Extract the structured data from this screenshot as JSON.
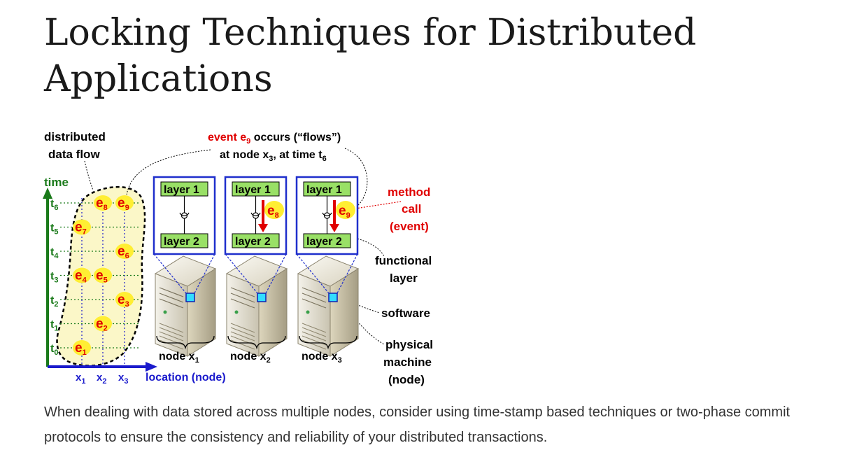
{
  "page": {
    "title": "Locking Techniques for Distributed Applications",
    "paragraph": "When dealing with data stored across multiple nodes, consider using time-stamp based techniques or two-phase commit protocols to ensure the consistency and reliability of your distributed transactions."
  },
  "figure": {
    "colors": {
      "time": "#1a7a1a",
      "location": "#1a1acc",
      "event": "#e00000",
      "highlight": "#ffee33",
      "layer_fill": "#99e066",
      "node_frame": "#1f2fcc"
    },
    "annotations": {
      "distributed_line1": "distributed",
      "distributed_line2": "data flow",
      "event_occurs_line1_pre": "event e",
      "event_occurs_sub": "9",
      "event_occurs_line1_post": " occurs (“flows”)",
      "event_occurs_line2_pre": "at node x",
      "event_occurs_sub2": "3",
      "event_occurs_line2_mid": ", at time t",
      "event_occurs_sub3": "6",
      "method_line1": "method",
      "method_line2": "call",
      "method_line3": "(event)",
      "functional_line1": "functional",
      "functional_line2": "layer",
      "software": "software",
      "physical_line1": "physical",
      "physical_line2": "machine",
      "physical_line3": "(node)"
    },
    "axes": {
      "time_label": "time",
      "location_label": "location (node)",
      "time_ticks": [
        {
          "base": "t",
          "sub": "6"
        },
        {
          "base": "t",
          "sub": "5"
        },
        {
          "base": "t",
          "sub": "4"
        },
        {
          "base": "t",
          "sub": "3"
        },
        {
          "base": "t",
          "sub": "2"
        },
        {
          "base": "t",
          "sub": "1"
        },
        {
          "base": "t",
          "sub": "0"
        }
      ],
      "location_ticks": [
        {
          "base": "x",
          "sub": "1"
        },
        {
          "base": "x",
          "sub": "2"
        },
        {
          "base": "x",
          "sub": "3"
        }
      ]
    },
    "events": [
      {
        "base": "e",
        "sub": "1",
        "loc": 1,
        "time": 0
      },
      {
        "base": "e",
        "sub": "2",
        "loc": 2,
        "time": 1
      },
      {
        "base": "e",
        "sub": "3",
        "loc": 3,
        "time": 2
      },
      {
        "base": "e",
        "sub": "4",
        "loc": 1,
        "time": 3
      },
      {
        "base": "e",
        "sub": "5",
        "loc": 2,
        "time": 3
      },
      {
        "base": "e",
        "sub": "6",
        "loc": 3,
        "time": 4
      },
      {
        "base": "e",
        "sub": "7",
        "loc": 1,
        "time": 5
      },
      {
        "base": "e",
        "sub": "8",
        "loc": 2,
        "time": 6
      },
      {
        "base": "e",
        "sub": "9",
        "loc": 3,
        "time": 6
      }
    ],
    "nodes": [
      {
        "layer1": "layer 1",
        "layer2": "layer 2",
        "label_base": "node x",
        "label_sub": "1",
        "event": null
      },
      {
        "layer1": "layer 1",
        "layer2": "layer 2",
        "label_base": "node x",
        "label_sub": "2",
        "event": {
          "base": "e",
          "sub": "8"
        }
      },
      {
        "layer1": "layer 1",
        "layer2": "layer 2",
        "label_base": "node x",
        "label_sub": "3",
        "event": {
          "base": "e",
          "sub": "9"
        }
      }
    ]
  }
}
